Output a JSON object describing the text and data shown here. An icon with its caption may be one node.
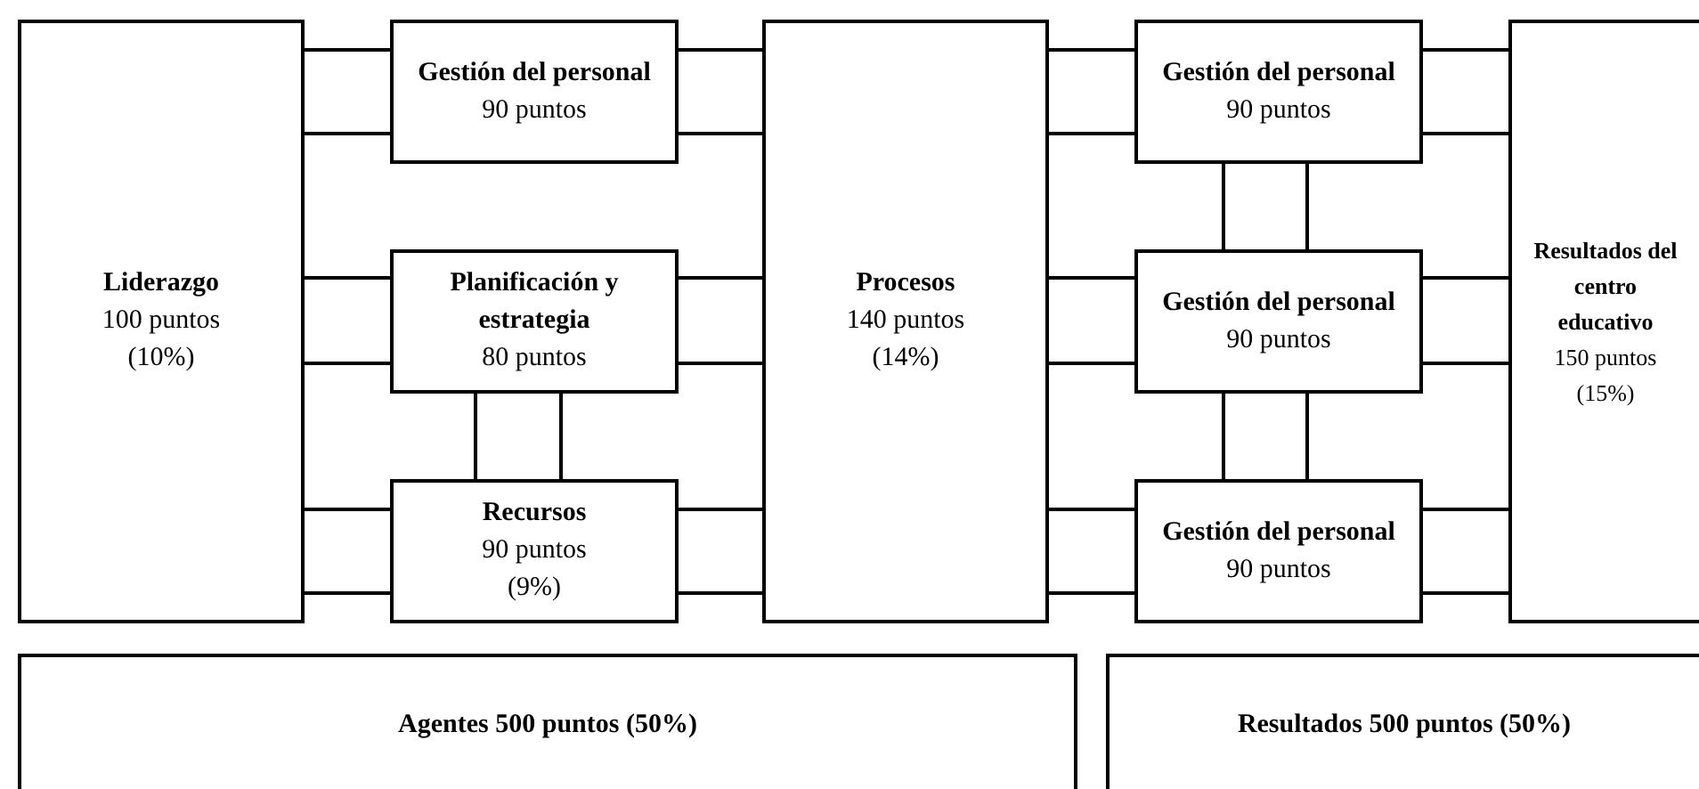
{
  "diagram": {
    "nodes": [
      {
        "text": [
          "Liderazgo",
          "100 puntos (10%)"
        ]
      },
      {
        "text": [
          "Gestión del personal",
          "90 puntos"
        ]
      },
      {
        "text": [
          "Planificación y estrategia",
          "80 puntos"
        ]
      },
      {
        "text": [
          "Recursos",
          "90 puntos (9%)"
        ]
      },
      {
        "text": [
          "Procesos",
          "140 puntos (14%)"
        ]
      },
      {
        "text": [
          "Gestión del personal",
          "90 puntos"
        ]
      },
      {
        "text": [
          "Gestión del personal",
          "90 puntos"
        ]
      },
      {
        "text": [
          "Gestión del personal",
          "90 puntos"
        ]
      },
      {
        "text": [
          "Resultados del centro educativo",
          "150 puntos (15%)"
        ]
      },
      {
        "text": [
          "Agentes 500 puntos (50%)"
        ]
      },
      {
        "text": [
          "Resultados 500 puntos (50%)"
        ]
      }
    ],
    "edges": [
      {
        "from": 0,
        "to": 1,
        "arrow": "none"
      },
      {
        "from": 0,
        "to": 1,
        "arrow": "none"
      },
      {
        "from": 0,
        "to": 2,
        "arrow": "none"
      },
      {
        "from": 0,
        "to": 2,
        "arrow": "none"
      },
      {
        "from": 0,
        "to": 3,
        "arrow": "none"
      },
      {
        "from": 0,
        "to": 3,
        "arrow": "none"
      },
      {
        "from": 1,
        "to": 4,
        "arrow": "none"
      },
      {
        "from": 1,
        "to": 4,
        "arrow": "none"
      },
      {
        "from": 2,
        "to": 4,
        "arrow": "none"
      },
      {
        "from": 2,
        "to": 4,
        "arrow": "none"
      },
      {
        "from": 3,
        "to": 4,
        "arrow": "none"
      },
      {
        "from": 3,
        "to": 4,
        "arrow": "none"
      },
      {
        "from": 2,
        "to": 3,
        "arrow": "none"
      },
      {
        "from": 2,
        "to": 3,
        "arrow": "none"
      },
      {
        "from": 4,
        "to": 5,
        "arrow": "none"
      },
      {
        "from": 4,
        "to": 5,
        "arrow": "none"
      },
      {
        "from": 4,
        "to": 6,
        "arrow": "none"
      },
      {
        "from": 4,
        "to": 6,
        "arrow": "none"
      },
      {
        "from": 4,
        "to": 7,
        "arrow": "none"
      },
      {
        "from": 4,
        "to": 7,
        "arrow": "none"
      },
      {
        "from": 5,
        "to": 6,
        "arrow": "none"
      },
      {
        "from": 5,
        "to": 6,
        "arrow": "none"
      },
      {
        "from": 6,
        "to": 7,
        "arrow": "none"
      },
      {
        "from": 6,
        "to": 7,
        "arrow": "none"
      },
      {
        "from": 5,
        "to": 8,
        "arrow": "none"
      },
      {
        "from": 5,
        "to": 8,
        "arrow": "none"
      },
      {
        "from": 6,
        "to": 8,
        "arrow": "none"
      },
      {
        "from": 6,
        "to": 8,
        "arrow": "none"
      },
      {
        "from": 7,
        "to": 8,
        "arrow": "none"
      },
      {
        "from": 7,
        "to": 8,
        "arrow": "none"
      }
    ]
  }
}
